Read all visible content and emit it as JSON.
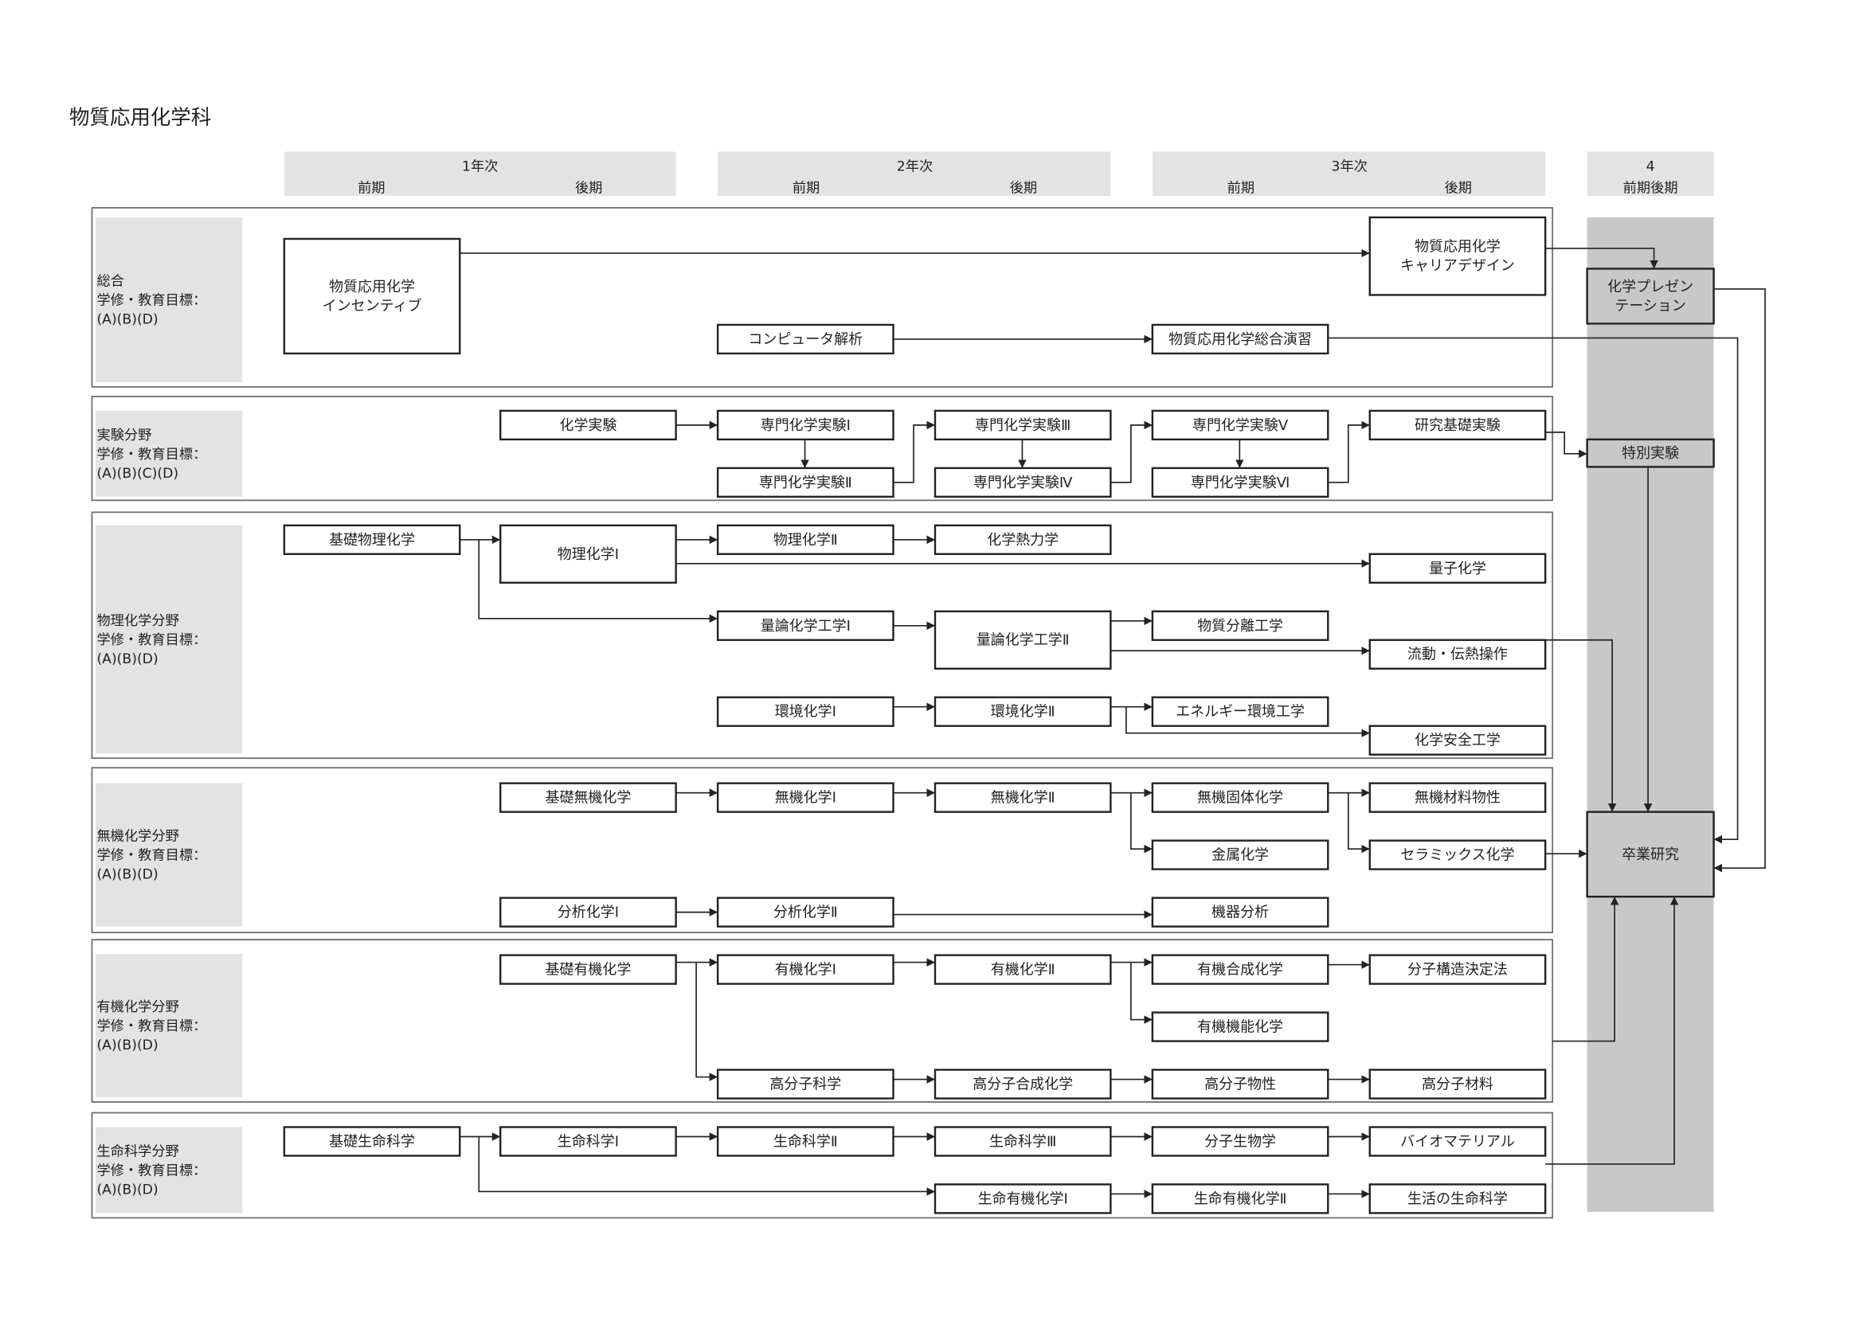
{
  "title": "物質応用化学科",
  "colors": {
    "header_band": "#e3e3e4",
    "year4_column": "#c8c8c9",
    "box_border": "#222222"
  },
  "headers": [
    {
      "year": "1年次",
      "first": "前期",
      "second": "後期"
    },
    {
      "year": "2年次",
      "first": "前期",
      "second": "後期"
    },
    {
      "year": "3年次",
      "first": "前期",
      "second": "後期"
    },
    {
      "year": "4",
      "both": "前期後期"
    }
  ],
  "sections": [
    {
      "name": "総合",
      "goal_label": "学修・教育目標：",
      "goals": "(A)(B)(D)"
    },
    {
      "name": "実験分野",
      "goal_label": "学修・教育目標：",
      "goals": "(A)(B)(C)(D)"
    },
    {
      "name": "物理化学分野",
      "goal_label": "学修・教育目標：",
      "goals": "(A)(B)(D)"
    },
    {
      "name": "無機化学分野",
      "goal_label": "学修・教育目標：",
      "goals": "(A)(B)(D)"
    },
    {
      "name": "有機化学分野",
      "goal_label": "学修・教育目標：",
      "goals": "(A)(B)(D)"
    },
    {
      "name": "生命科学分野",
      "goal_label": "学修・教育目標：",
      "goals": "(A)(B)(D)"
    }
  ],
  "courses": {
    "incentive": [
      "物質応用化学",
      "インセンティブ"
    ],
    "career": [
      "物質応用化学",
      "キャリアデザイン"
    ],
    "computer": [
      "コンピュータ解析"
    ],
    "sogo_enshu": [
      "物質応用化学総合演習"
    ],
    "presentation": [
      "化学プレゼン",
      "テーション"
    ],
    "kagaku_jikken": [
      "化学実験"
    ],
    "senmon1": [
      "専門化学実験Ⅰ"
    ],
    "senmon2": [
      "専門化学実験Ⅱ"
    ],
    "senmon3": [
      "専門化学実験Ⅲ"
    ],
    "senmon4": [
      "専門化学実験Ⅳ"
    ],
    "senmon5": [
      "専門化学実験Ⅴ"
    ],
    "senmon6": [
      "専門化学実験Ⅵ"
    ],
    "kenkyu_kiso": [
      "研究基礎実験"
    ],
    "tokubetsu": [
      "特別実験"
    ],
    "kiso_butsuri": [
      "基礎物理化学"
    ],
    "butsuri1": [
      "物理化学Ⅰ"
    ],
    "butsuri2": [
      "物理化学Ⅱ"
    ],
    "netsurikigaku": [
      "化学熱力学"
    ],
    "ryoshi": [
      "量子化学"
    ],
    "ryoron1": [
      "量論化学工学Ⅰ"
    ],
    "ryoron2": [
      "量論化学工学Ⅱ"
    ],
    "bunri": [
      "物質分離工学"
    ],
    "ryudo": [
      "流動・伝熱操作"
    ],
    "kankyo1": [
      "環境化学Ⅰ"
    ],
    "kankyo2": [
      "環境化学Ⅱ"
    ],
    "energy": [
      "エネルギー環境工学"
    ],
    "anzen": [
      "化学安全工学"
    ],
    "kiso_muki": [
      "基礎無機化学"
    ],
    "muki1": [
      "無機化学Ⅰ"
    ],
    "muki2": [
      "無機化学Ⅱ"
    ],
    "muki_kotai": [
      "無機固体化学"
    ],
    "muki_zairyo": [
      "無機材料物性"
    ],
    "kinzoku": [
      "金属化学"
    ],
    "ceramics": [
      "セラミックス化学"
    ],
    "bunseki1": [
      "分析化学Ⅰ"
    ],
    "bunseki2": [
      "分析化学Ⅱ"
    ],
    "kiki": [
      "機器分析"
    ],
    "sotsugyo": [
      "卒業研究"
    ],
    "kiso_yuki": [
      "基礎有機化学"
    ],
    "yuki1": [
      "有機化学Ⅰ"
    ],
    "yuki2": [
      "有機化学Ⅱ"
    ],
    "yuki_gosei": [
      "有機合成化学"
    ],
    "bunshi_kozo": [
      "分子構造決定法"
    ],
    "yuki_kino": [
      "有機機能化学"
    ],
    "kobunshi": [
      "高分子科学"
    ],
    "kobunshi_gosei": [
      "高分子合成化学"
    ],
    "kobunshi_bussei": [
      "高分子物性"
    ],
    "kobunshi_zairyo": [
      "高分子材料"
    ],
    "kiso_seimei": [
      "基礎生命科学"
    ],
    "seimei1": [
      "生命科学Ⅰ"
    ],
    "seimei2": [
      "生命科学Ⅱ"
    ],
    "seimei3": [
      "生命科学Ⅲ"
    ],
    "bunshi_seibutsu": [
      "分子生物学"
    ],
    "bio": [
      "バイオマテリアル"
    ],
    "seimei_yuki1": [
      "生命有機化学Ⅰ"
    ],
    "seimei_yuki2": [
      "生命有機化学Ⅱ"
    ],
    "seikatsu": [
      "生活の生命科学"
    ]
  }
}
